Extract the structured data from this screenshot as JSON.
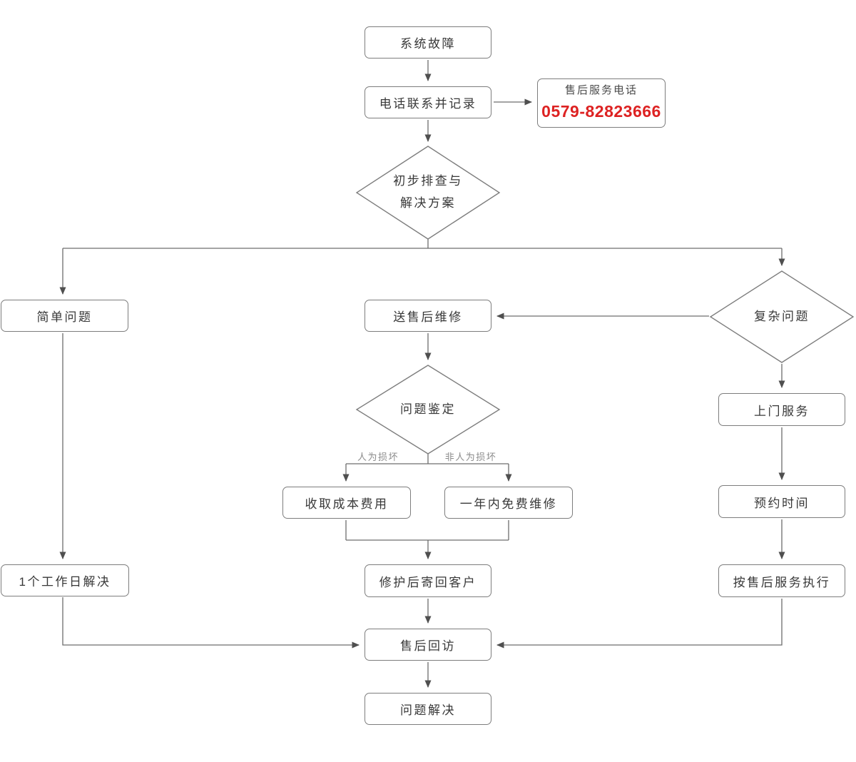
{
  "colors": {
    "background": "#ffffff",
    "line": "#6d6d6d",
    "arrowhead": "#4f4f4f",
    "box_border": "#7d7d7d",
    "node_text": "#383838",
    "edge_label_text": "#8c8c8c",
    "hotline_red": "#dd2222"
  },
  "nodes": {
    "system_fault": "系统故障",
    "phone_contact": "电话联系并记录",
    "hotline_title": "售后服务电话",
    "hotline_number": "0579-82823666",
    "triage_line1": "初步排查与",
    "triage_line2": "解决方案",
    "simple_problem": "简单问题",
    "send_repair": "送售后维修",
    "complex_problem": "复杂问题",
    "identify": "问题鉴定",
    "charge_cost": "收取成本费用",
    "free_repair": "一年内免费维修",
    "return_customer": "修护后寄回客户",
    "one_day": "1个工作日解决",
    "door_service": "上门服务",
    "appointment": "预约时间",
    "execute_sop": "按售后服务执行",
    "followup": "售后回访",
    "solved": "问题解决"
  },
  "edge_labels": {
    "human_damage": "人为损坏",
    "non_human_damage": "非人为损坏"
  }
}
